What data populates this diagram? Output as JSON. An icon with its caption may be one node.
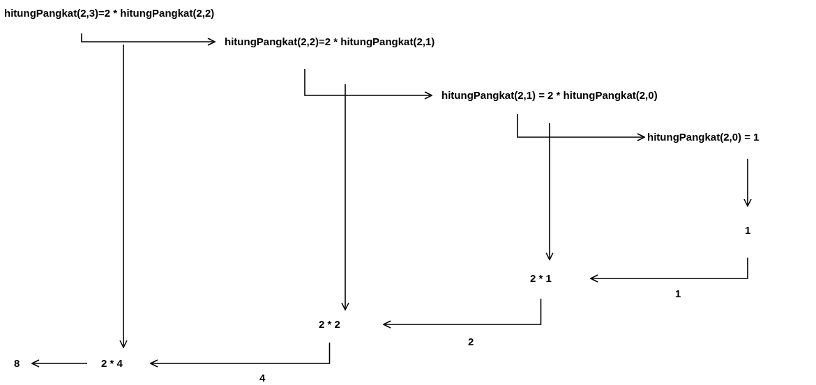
{
  "diagram": {
    "nodes": [
      {
        "text": [
          "hitungPangkat(2,3)=2 * hitungPangkat(2,2)"
        ]
      },
      {
        "text": [
          "hitungPangkat(2,2)=2 * hitungPangkat(2,1)"
        ]
      },
      {
        "text": [
          "hitungPangkat(2,1) = 2 * hitungPangkat(2,0)"
        ]
      },
      {
        "text": [
          "hitungPangkat(2,0) = 1"
        ]
      },
      {
        "text": [
          "1"
        ]
      },
      {
        "text": [
          "2 * 1"
        ]
      },
      {
        "text": [
          "2 * 2"
        ]
      },
      {
        "text": [
          "2 * 4"
        ]
      },
      {
        "text": [
          "8"
        ]
      }
    ],
    "edges": [
      {
        "from": 0,
        "to": 1,
        "arrow": "to"
      },
      {
        "from": 0,
        "to": 7,
        "arrow": "to"
      },
      {
        "from": 1,
        "to": 2,
        "arrow": "to"
      },
      {
        "from": 1,
        "to": 6,
        "arrow": "to"
      },
      {
        "from": 2,
        "to": 3,
        "arrow": "to"
      },
      {
        "from": 2,
        "to": 5,
        "arrow": "to"
      },
      {
        "from": 3,
        "to": 4,
        "arrow": "to"
      },
      {
        "from": 4,
        "to": 5,
        "arrow": "to",
        "label": "1"
      },
      {
        "from": 5,
        "to": 6,
        "arrow": "to",
        "label": "2"
      },
      {
        "from": 6,
        "to": 7,
        "arrow": "to",
        "label": "4"
      },
      {
        "from": 7,
        "to": 8,
        "arrow": "to"
      }
    ]
  }
}
